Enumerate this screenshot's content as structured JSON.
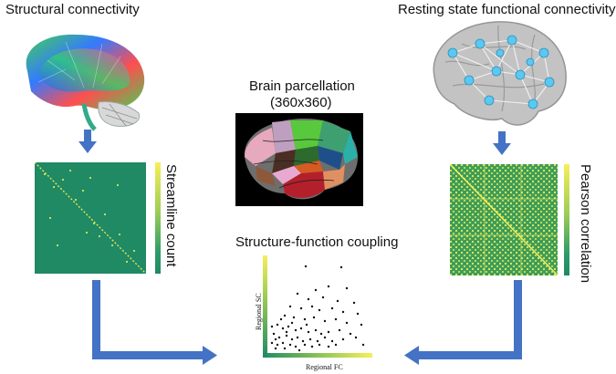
{
  "titles": {
    "structural": "Structural connectivity",
    "functional": "Resting state functional connectivity",
    "parcellation_line1": "Brain parcellation",
    "parcellation_line2": "(360x360)",
    "coupling": "Structure-function coupling"
  },
  "colorbar_labels": {
    "left": "Streamline count",
    "right": "Pearson correlation"
  },
  "scatter": {
    "xlabel": "Regional FC",
    "ylabel": "Regional SC"
  },
  "colors": {
    "arrow": "#4472c4",
    "matrix_bg": "#1f8a63",
    "matrix_hi": "#f2ea55",
    "brain_node": "#5bc8f0"
  }
}
